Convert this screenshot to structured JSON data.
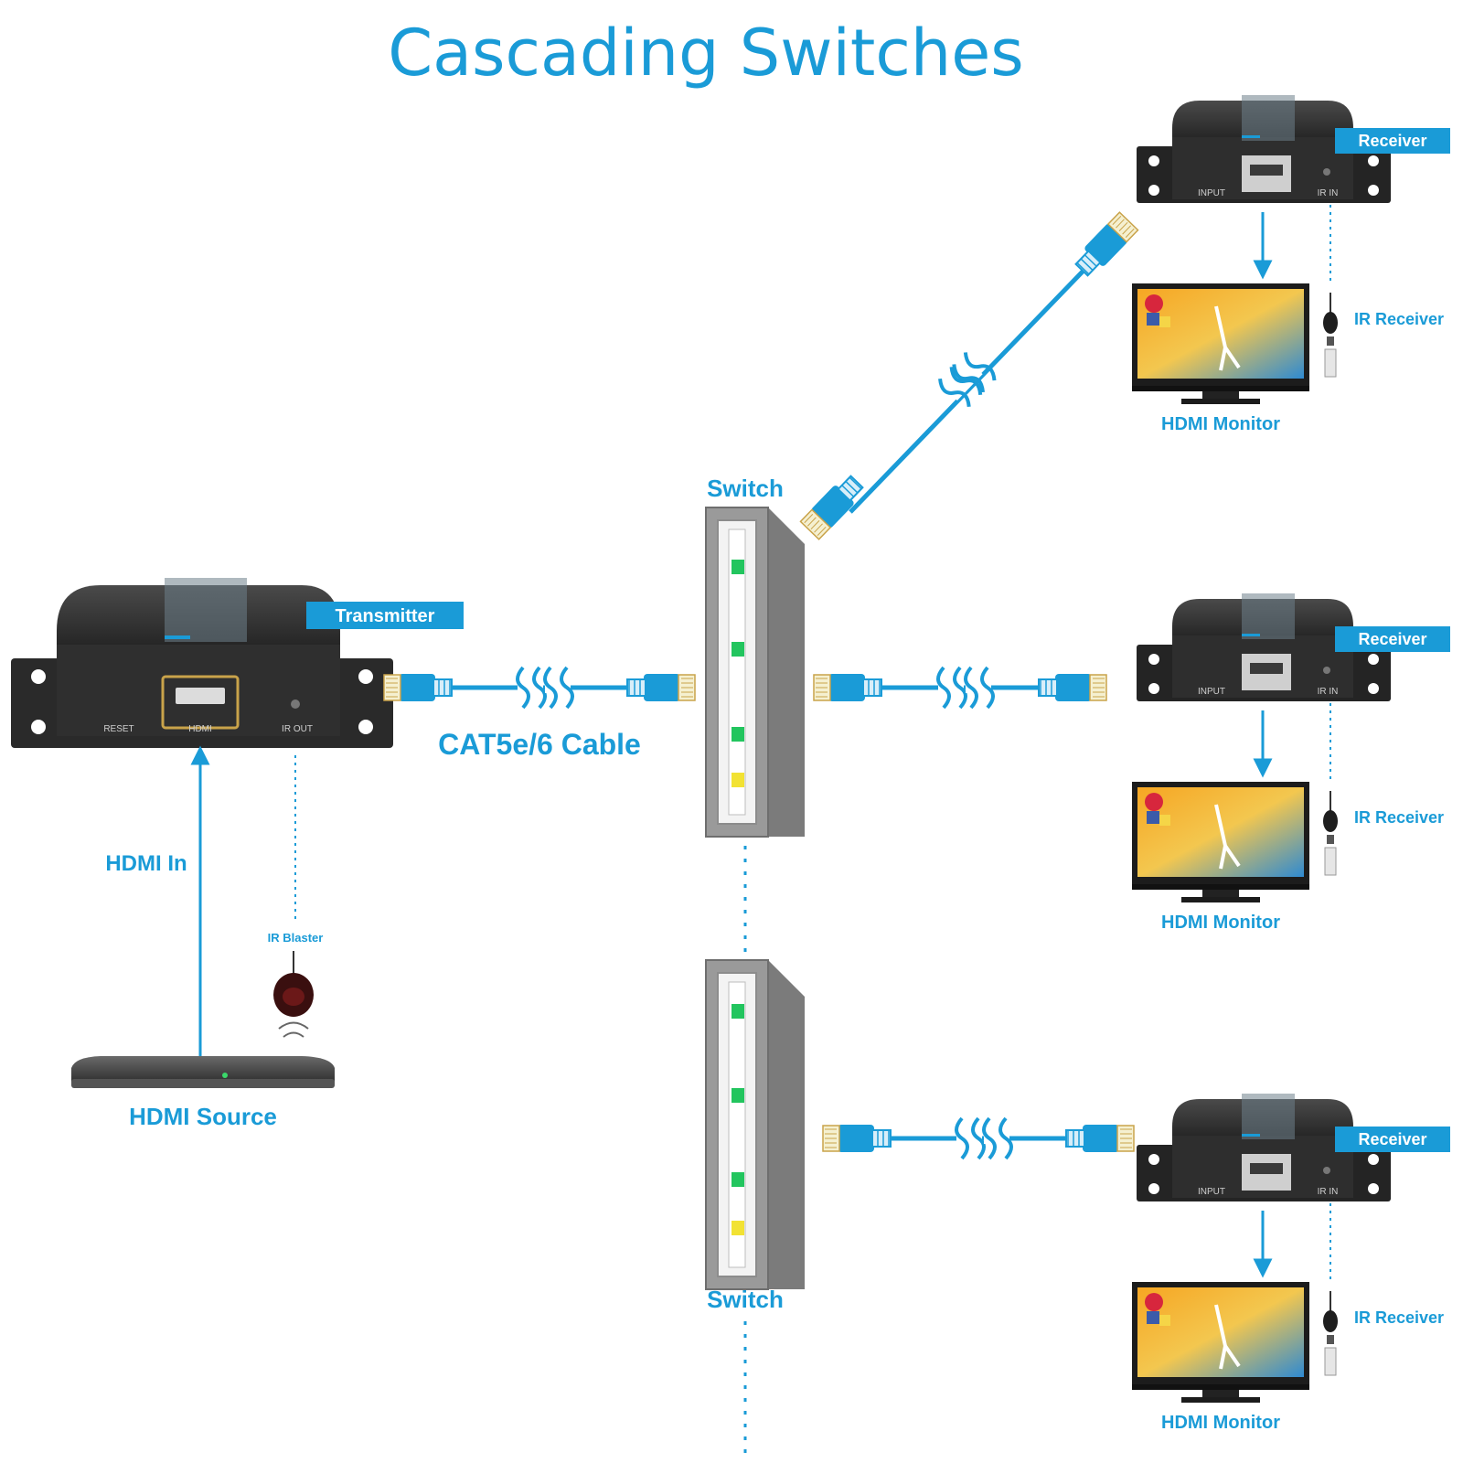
{
  "title": "Cascading Switches",
  "colors": {
    "accent": "#1a9bd7",
    "device_dark": "#2b2b2b",
    "switch_gray": "#8a8a8a",
    "switch_face": "#f3f3f3",
    "led_green": "#22c55e",
    "led_yellow": "#f2e233"
  },
  "labels": {
    "transmitter": "Transmitter",
    "receiver": "Receiver",
    "switch": "Switch",
    "cable": "CAT5e/6 Cable",
    "hdmi_in": "HDMI In",
    "hdmi_source": "HDMI Source",
    "ir_blaster": "IR Blaster",
    "ir_receiver": "IR Receiver",
    "hdmi_monitor": "HDMI Monitor",
    "port_reset": "RESET",
    "port_hdmi": "HDMI",
    "port_ir_out": "IR OUT",
    "port_ir_in": "IR IN",
    "port_input": "INPUT"
  },
  "icons": [
    "hdmi-port-icon",
    "rj45-connector-icon",
    "cable-break-icon",
    "ir-sensor-icon",
    "tv-monitor-icon",
    "media-player-icon",
    "arrow-down-icon",
    "arrow-up-icon"
  ]
}
